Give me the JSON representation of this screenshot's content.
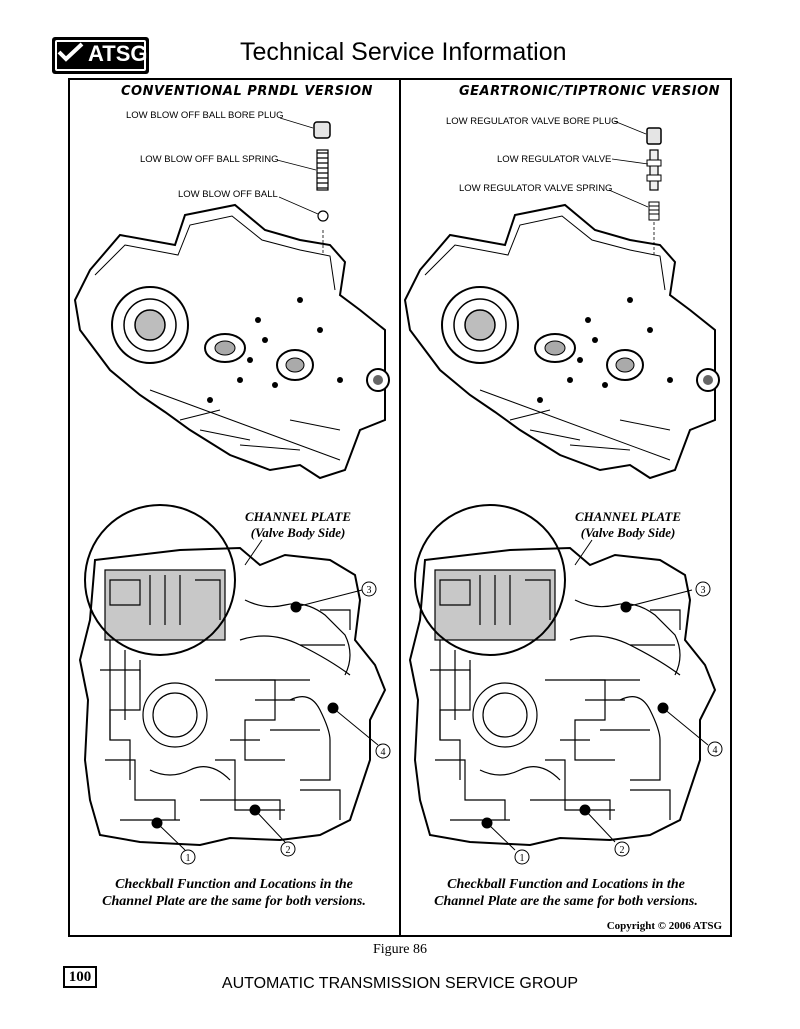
{
  "header": {
    "logo_text": "ATSG",
    "title": "Technical Service Information"
  },
  "left_panel": {
    "heading": "CONVENTIONAL PRNDL VERSION",
    "callouts": [
      "LOW BLOW OFF BALL BORE PLUG",
      "LOW BLOW OFF BALL SPRING",
      "LOW BLOW OFF BALL"
    ],
    "channel_plate_title": "CHANNEL PLATE",
    "channel_plate_subtitle": "(Valve Body Side)",
    "caption_line1": "Checkball Function and Locations in the",
    "caption_line2": "Channel Plate are the same for both versions.",
    "checkball_numbers": [
      "1",
      "2",
      "3",
      "4"
    ]
  },
  "right_panel": {
    "heading": "GEARTRONIC/TIPTRONIC VERSION",
    "callouts": [
      "LOW REGULATOR VALVE BORE PLUG",
      "LOW REGULATOR VALVE",
      "LOW REGULATOR VALVE SPRING"
    ],
    "channel_plate_title": "CHANNEL PLATE",
    "channel_plate_subtitle": "(Valve Body Side)",
    "caption_line1": "Checkball Function and Locations in the",
    "caption_line2": "Channel Plate are the same for both versions.",
    "checkball_numbers": [
      "1",
      "2",
      "3",
      "4"
    ]
  },
  "copyright": "Copyright © 2006 ATSG",
  "figure_label": "Figure 86",
  "page_number": "100",
  "footer": "AUTOMATIC TRANSMISSION SERVICE GROUP"
}
